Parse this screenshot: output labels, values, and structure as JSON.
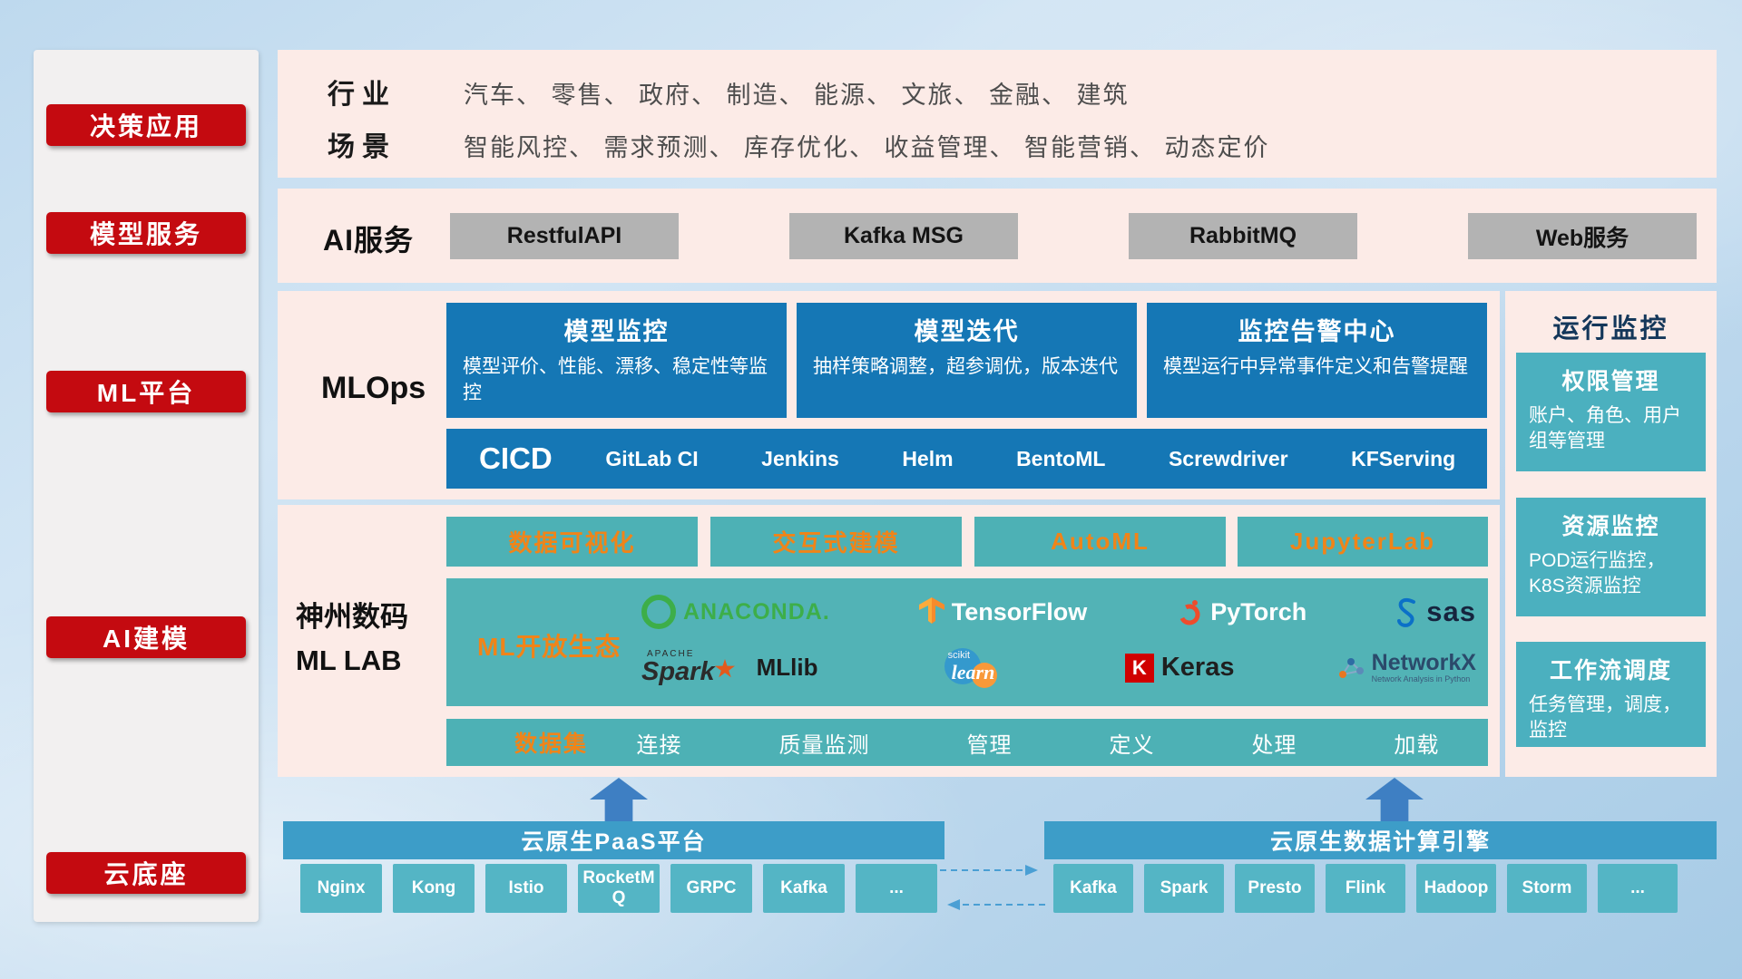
{
  "palette": {
    "accent_red": "#c40a10",
    "panel_pink": "#fcebe7",
    "box_blue": "#1577b5",
    "box_teal": "#4db1b5",
    "accent_orange": "#f08419",
    "cloud_blue": "#3d9dc8",
    "cloud_teal": "#54b5c5"
  },
  "sidebar": {
    "items": [
      {
        "label": "决策应用"
      },
      {
        "label": "模型服务"
      },
      {
        "label": "ML平台"
      },
      {
        "label": "AI建模"
      },
      {
        "label": "云底座"
      }
    ]
  },
  "industry_panel": {
    "rows": [
      {
        "label": "行业",
        "content": "汽车、 零售、 政府、 制造、 能源、 文旅、 金融、 建筑"
      },
      {
        "label": "场景",
        "content": "智能风控、 需求预测、 库存优化、 收益管理、 智能营销、 动态定价"
      }
    ]
  },
  "ai_service_panel": {
    "label": "AI服务",
    "services": [
      "RestfulAPI",
      "Kafka MSG",
      "RabbitMQ",
      "Web服务"
    ]
  },
  "mlops_panel": {
    "label": "MLOps",
    "cards": [
      {
        "title": "模型监控",
        "desc": "模型评价、性能、漂移、稳定性等监控"
      },
      {
        "title": "模型迭代",
        "desc": "抽样策略调整，超参调优，版本迭代"
      },
      {
        "title": "监控告警中心",
        "desc": "模型运行中异常事件定义和告警提醒"
      }
    ],
    "cicd": {
      "label": "CICD",
      "tools": [
        "GitLab CI",
        "Jenkins",
        "Helm",
        "BentoML",
        "Screwdriver",
        "KFServing"
      ]
    }
  },
  "mllab_panel": {
    "label_line1": "神州数码",
    "label_line2": "ML LAB",
    "feature_buttons": [
      "数据可视化",
      "交互式建模",
      "AutoML",
      "JupyterLab"
    ],
    "ecosystem": {
      "label": "ML开放生态",
      "anaconda": "ANACONDA.",
      "tensorflow": "TensorFlow",
      "pytorch": "PyTorch",
      "sas": "sas",
      "apache": "APACHE",
      "spark": "Spark",
      "mllib": "MLlib",
      "scikit": "scikit",
      "learn": "learn",
      "keras_k": "K",
      "keras": "Keras",
      "networkx": "NetworkX",
      "networkx_sub": "Network Analysis in Python"
    },
    "dataset_bar": {
      "label": "数据集",
      "items": [
        "连接",
        "质量监测",
        "管理",
        "定义",
        "处理",
        "加载"
      ]
    }
  },
  "monitor_panel": {
    "title": "运行监控",
    "cards": [
      {
        "title": "权限管理",
        "desc": "账户、角色、用户组等管理"
      },
      {
        "title": "资源监控",
        "desc": "POD运行监控，K8S资源监控"
      },
      {
        "title": "工作流调度",
        "desc": "任务管理，调度，监控"
      }
    ]
  },
  "cloud_base": {
    "paas": {
      "title": "云原生PaaS平台",
      "items": [
        "Nginx",
        "Kong",
        "Istio",
        "RocketMQ",
        "GRPC",
        "Kafka",
        "..."
      ]
    },
    "engine": {
      "title": "云原生数据计算引擎",
      "items": [
        "Kafka",
        "Spark",
        "Presto",
        "Flink",
        "Hadoop",
        "Storm",
        "..."
      ]
    }
  }
}
